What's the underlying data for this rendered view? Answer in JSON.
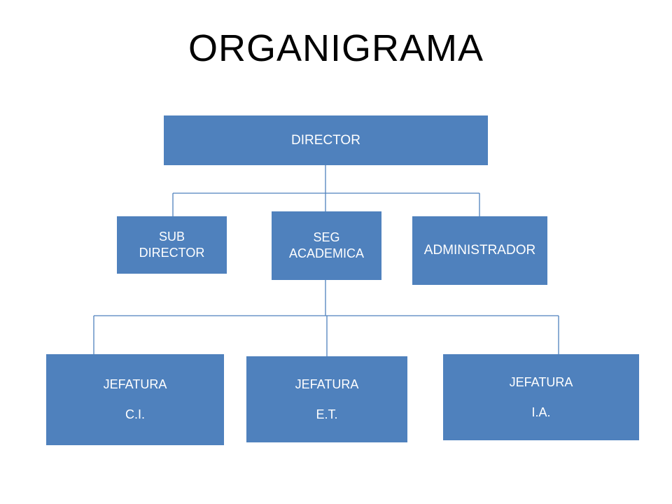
{
  "title": "ORGANIGRAMA",
  "colors": {
    "box_fill": "#4f81bd",
    "box_text": "#ffffff",
    "connector": "#4f81bd"
  },
  "nodes": {
    "director": {
      "lines": [
        "DIRECTOR"
      ]
    },
    "sub_director": {
      "lines": [
        "SUB",
        "DIRECTOR"
      ]
    },
    "seg_academica": {
      "lines": [
        "SEG",
        "ACADEMICA"
      ]
    },
    "administrador": {
      "lines": [
        "ADMINISTRADOR"
      ]
    },
    "jefatura_ci": {
      "lines": [
        "JEFATURA",
        "C.I."
      ]
    },
    "jefatura_et": {
      "lines": [
        "JEFATURA",
        "E.T."
      ]
    },
    "jefatura_ia": {
      "lines": [
        "JEFATURA",
        "I.A."
      ]
    }
  }
}
